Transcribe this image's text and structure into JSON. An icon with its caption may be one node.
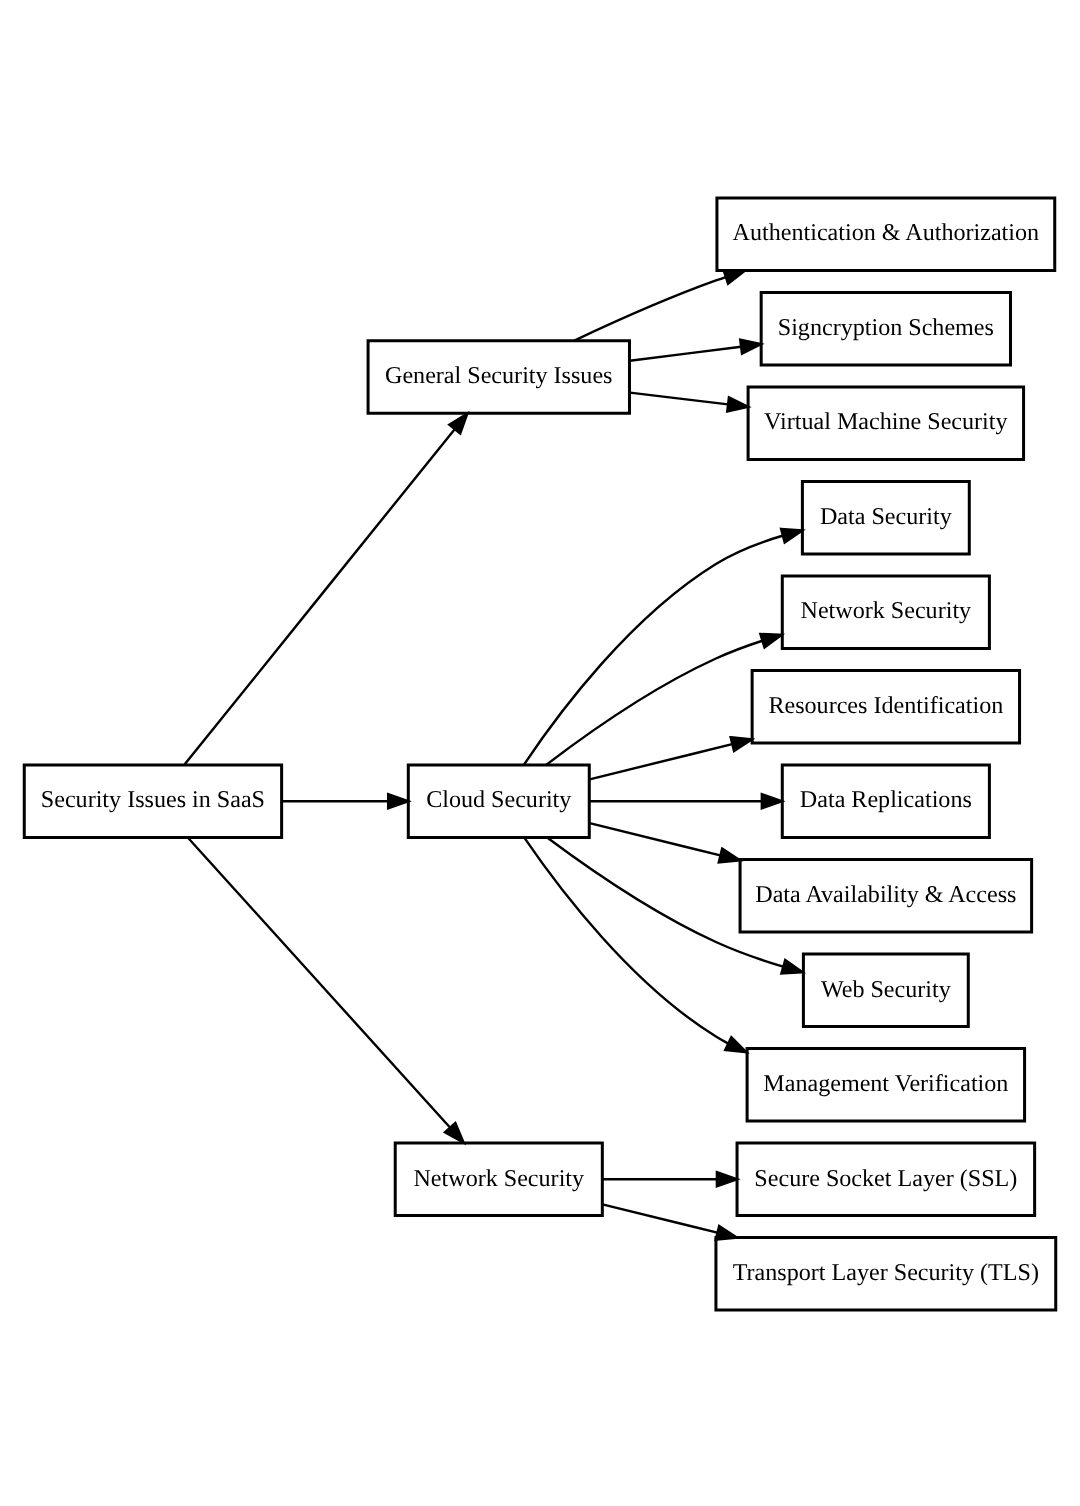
{
  "diagram": {
    "nodes": [
      {
        "text": [
          "Security Issues in SaaS"
        ]
      },
      {
        "text": [
          "General Security Issues"
        ]
      },
      {
        "text": [
          "Cloud Security"
        ]
      },
      {
        "text": [
          "Network Security"
        ]
      },
      {
        "text": [
          "Authentication & Authorization"
        ]
      },
      {
        "text": [
          "Signcryption Schemes"
        ]
      },
      {
        "text": [
          "Virtual Machine Security"
        ]
      },
      {
        "text": [
          "Data Security"
        ]
      },
      {
        "text": [
          "Network Security"
        ]
      },
      {
        "text": [
          "Resources Identification"
        ]
      },
      {
        "text": [
          "Data Replications"
        ]
      },
      {
        "text": [
          "Data Availability & Access"
        ]
      },
      {
        "text": [
          "Web Security"
        ]
      },
      {
        "text": [
          "Management Verification"
        ]
      },
      {
        "text": [
          "Secure Socket Layer (SSL)"
        ]
      },
      {
        "text": [
          "Transport Layer Security (TLS)"
        ]
      }
    ],
    "edges": [
      {
        "from": 0,
        "to": 1,
        "arrow": "to"
      },
      {
        "from": 0,
        "to": 2,
        "arrow": "to"
      },
      {
        "from": 0,
        "to": 3,
        "arrow": "to"
      },
      {
        "from": 1,
        "to": 4,
        "arrow": "to"
      },
      {
        "from": 1,
        "to": 5,
        "arrow": "to"
      },
      {
        "from": 1,
        "to": 6,
        "arrow": "to"
      },
      {
        "from": 2,
        "to": 7,
        "arrow": "to"
      },
      {
        "from": 2,
        "to": 8,
        "arrow": "to"
      },
      {
        "from": 2,
        "to": 9,
        "arrow": "to"
      },
      {
        "from": 2,
        "to": 10,
        "arrow": "to"
      },
      {
        "from": 2,
        "to": 11,
        "arrow": "to"
      },
      {
        "from": 2,
        "to": 12,
        "arrow": "to"
      },
      {
        "from": 2,
        "to": 13,
        "arrow": "to"
      },
      {
        "from": 3,
        "to": 14,
        "arrow": "to"
      },
      {
        "from": 3,
        "to": 15,
        "arrow": "to"
      }
    ]
  }
}
